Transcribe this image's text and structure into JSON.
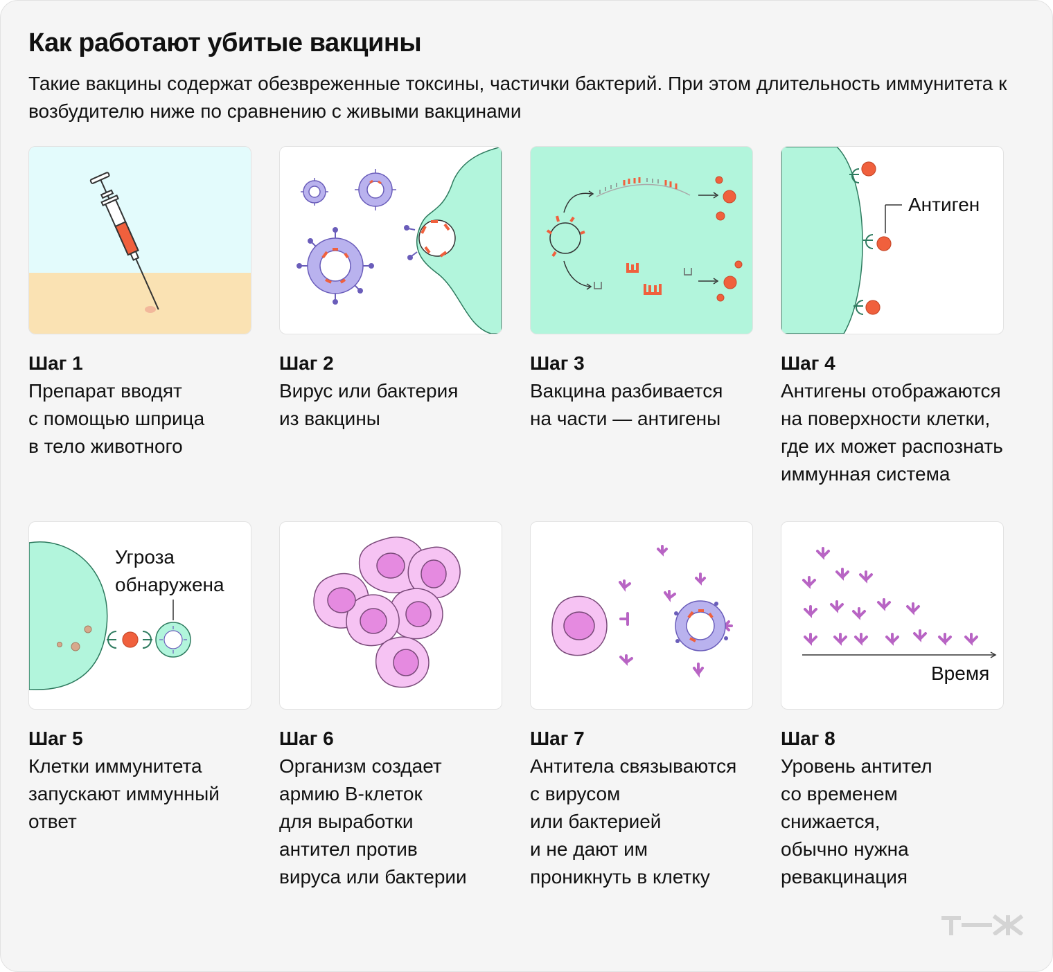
{
  "title": "Как работают убитые вакцины",
  "subtitle": "Такие вакцины содержат обезвреженные токсины, частички бактерий. При этом длительность иммунитета к возбудителю ниже по сравнению с живыми вакцинами",
  "colors": {
    "background": "#f5f5f5",
    "accent_red": "#f0603d",
    "virus_purple": "#b9b2ee",
    "virus_outline": "#6a5dba",
    "cell_green": "#b2f5dc",
    "sky": "#e3fbfc",
    "sand": "#fae2b3",
    "bcell_pink": "#f6c3f3",
    "bcell_nucleus": "#e58ae0",
    "antibody": "#b864c4"
  },
  "steps": [
    {
      "label": "Шаг 1",
      "text": "Препарат вводят\nс помощью шприца\nв тело животного",
      "illustration": "syringe-injection"
    },
    {
      "label": "Шаг 2",
      "text": "Вирус или бактерия\nиз вакцины",
      "illustration": "virus-entering-cell"
    },
    {
      "label": "Шаг 3",
      "text": "Вакцина разбивается\nна части — антигены",
      "illustration": "vaccine-breakdown"
    },
    {
      "label": "Шаг 4",
      "text": "Антигены отображаются\nна поверхности клетки,\nгде их может распознать\nиммунная система",
      "illustration": "antigen-presentation",
      "annotation": "Антиген"
    },
    {
      "label": "Шаг 5",
      "text": "Клетки иммунитета\nзапускают иммунный\nответ",
      "illustration": "threat-detected",
      "annotation": "Угроза\nобнаружена"
    },
    {
      "label": "Шаг 6",
      "text": "Организм создает\nармию B-клеток\nдля выработки\nантител против\nвируса или бактерии",
      "illustration": "b-cell-army"
    },
    {
      "label": "Шаг 7",
      "text": "Антитела связываются\nс вирусом\nили бактерией\nи не дают им\nпроникнуть в клетку",
      "illustration": "antibodies-binding"
    },
    {
      "label": "Шаг 8",
      "text": "Уровень антител\nсо временем\nснижается,\nобычно нужна\nревакцинация",
      "illustration": "antibody-decline",
      "axis_label": "Время"
    }
  ]
}
